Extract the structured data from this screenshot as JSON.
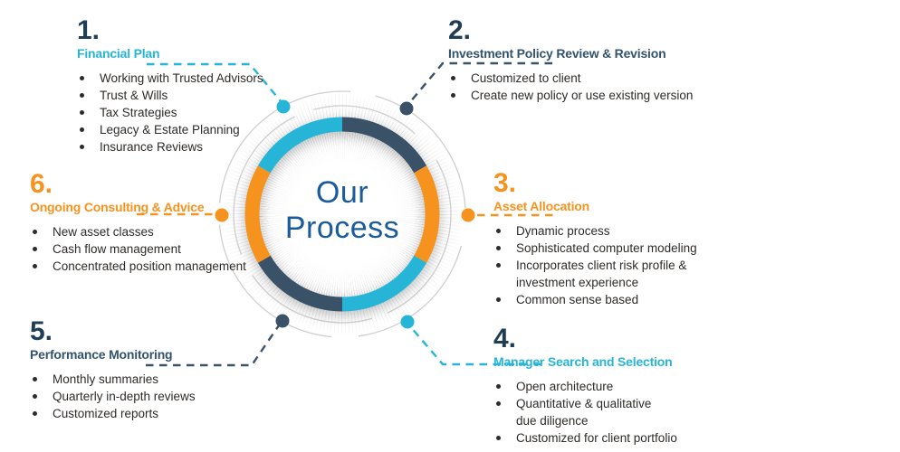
{
  "center": {
    "line1": "Our",
    "line2": "Process"
  },
  "palette": {
    "cyan": "#27b5d7",
    "orange": "#f6921e",
    "navy": "#3a5268",
    "numberNavy": "#1f3e55",
    "titleNavy": "#33536d",
    "centerBlue": "#1a5b9b",
    "arcGray": "#cfcfcf",
    "bulletText": "#2e2b28"
  },
  "sections": [
    {
      "number": "1.",
      "title": "Financial Plan",
      "bullets": [
        {
          "line1": "Working with Trusted Advisors"
        },
        {
          "line1": "Trust & Wills"
        },
        {
          "line1": "Tax Strategies"
        },
        {
          "line1": "Legacy & Estate Planning"
        },
        {
          "line1": "Insurance Reviews"
        }
      ]
    },
    {
      "number": "2.",
      "title": "Investment Policy Review & Revision",
      "bullets": [
        {
          "line1": "Customized to client"
        },
        {
          "line1": "Create new policy or use existing version"
        }
      ]
    },
    {
      "number": "3.",
      "title": "Asset Allocation",
      "bullets": [
        {
          "line1": "Dynamic process"
        },
        {
          "line1": "Sophisticated computer modeling"
        },
        {
          "line1": "Incorporates client risk profile &",
          "line2": "investment experience"
        },
        {
          "line1": "Common sense based"
        }
      ]
    },
    {
      "number": "4.",
      "title": "Manager Search and Selection",
      "bullets": [
        {
          "line1": "Open architecture"
        },
        {
          "line1": "Quantitative & qualitative",
          "line2": "due diligence"
        },
        {
          "line1": "Customized for client portfolio"
        }
      ]
    },
    {
      "number": "5.",
      "title": "Performance Monitoring",
      "bullets": [
        {
          "line1": "Monthly summaries"
        },
        {
          "line1": "Quarterly in-depth reviews"
        },
        {
          "line1": "Customized reports"
        }
      ]
    },
    {
      "number": "6.",
      "title": "Ongoing Consulting & Advice",
      "bullets": [
        {
          "line1": "New asset classes"
        },
        {
          "line1": "Cash flow management"
        },
        {
          "line1": "Concentrated position management"
        }
      ]
    }
  ]
}
